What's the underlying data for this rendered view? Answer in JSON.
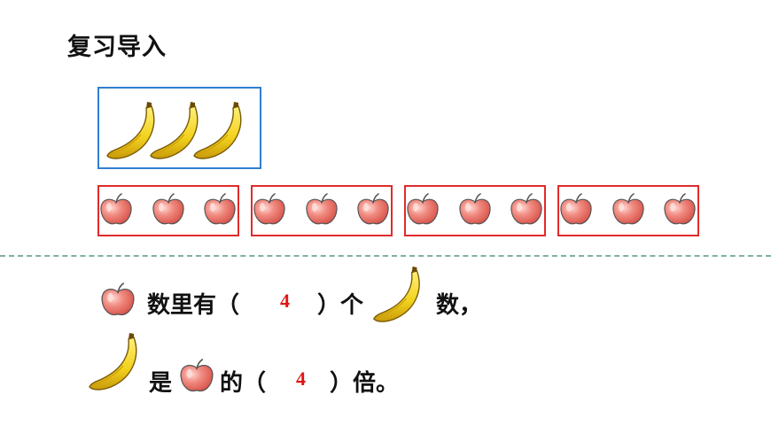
{
  "title": "复习导入",
  "sentence1": {
    "part1": "数里有（",
    "answer": "4",
    "part2": "）个",
    "part3": "数，"
  },
  "sentence2": {
    "part1": "是",
    "part2": "的（",
    "answer": "4",
    "part3": "）倍。"
  },
  "colors": {
    "banana_box_border": "#2f7fd0",
    "apple_box_border": "#e02b2b",
    "answer_color": "#e01515",
    "divider": "#7fb0a8"
  },
  "icons": {
    "banana": "banana-icon",
    "apple": "apple-icon"
  },
  "counts": {
    "bananas": 3,
    "apple_groups": 4,
    "apples_per_group": 3
  }
}
